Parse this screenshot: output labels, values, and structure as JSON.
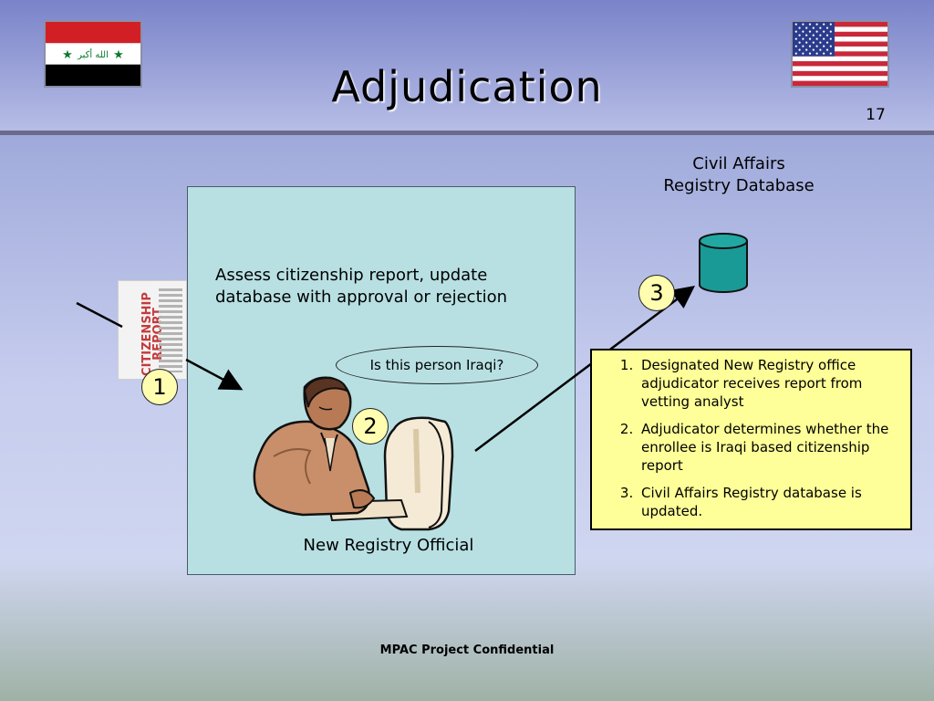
{
  "slide": {
    "title": "Adjudication",
    "page_number": "17",
    "footer": "MPAC Project Confidential"
  },
  "flags": {
    "left_flag": "iraq-flag",
    "right_flag": "usa-flag",
    "iraq_emblem_text": "الله أكبر"
  },
  "process": {
    "description": "Assess citizenship report, update database with approval or rejection",
    "question": "Is this person Iraqi?",
    "official_label": "New Registry Official",
    "report_label": "CITIZENSHIP REPORT"
  },
  "database": {
    "label": "Civil Affairs Registry Database"
  },
  "steps": {
    "badge_1": "1",
    "badge_2": "2",
    "badge_3": "3"
  },
  "notes": {
    "items": [
      "Designated New Registry office adjudicator receives report from vetting analyst",
      "Adjudicator determines whether the enrollee is Iraqi based citizenship report",
      "Civil Affairs Registry database is updated."
    ]
  },
  "colors": {
    "process_box": "#b8e0e3",
    "note_box": "#ffff99",
    "badge": "#fffdb0",
    "database": "#1a9a96",
    "report_text": "#c53b3b"
  }
}
